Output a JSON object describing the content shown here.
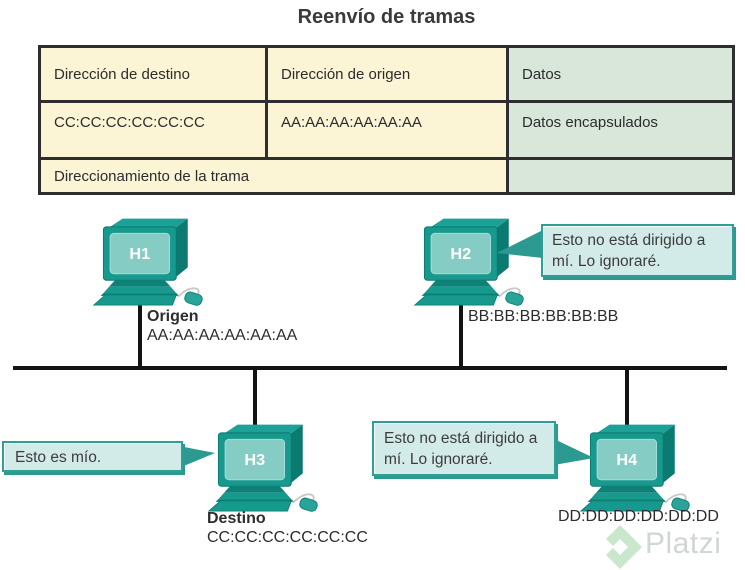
{
  "title": "Reenvío de tramas",
  "frame_table": {
    "headers": [
      "Dirección de destino",
      "Dirección de origen",
      "Datos"
    ],
    "values": [
      "CC:CC:CC:CC:CC:CC",
      "AA:AA:AA:AA:AA:AA",
      "Datos encapsulados"
    ],
    "footer": "Direccionamiento de la trama"
  },
  "hosts": [
    {
      "id": "H1",
      "role": "Origen",
      "mac": "AA:AA:AA:AA:AA:AA"
    },
    {
      "id": "H2",
      "mac": "BB:BB:BB:BB:BB:BB",
      "bubble": "Esto no está dirigido a mí. Lo ignoraré."
    },
    {
      "id": "H3",
      "role": "Destino",
      "mac": "CC:CC:CC:CC:CC:CC",
      "bubble": "Esto es mío."
    },
    {
      "id": "H4",
      "mac": "DD:DD:DD:DD:DD:DD",
      "bubble": "Esto no está dirigido a mí. Lo ignoraré."
    }
  ],
  "watermark": {
    "brand": "Platzi"
  },
  "colors": {
    "cell_yellow": "#fbf4d5",
    "cell_green": "#d9e7da",
    "table_border": "#2e2e2e",
    "computer_teal": "#17998d",
    "computer_dark": "#0b7a70",
    "screen_teal": "#85ccc5",
    "bubble_fill": "#d3ebe8",
    "bubble_border": "#2f9e94",
    "line_black": "#131313",
    "watermark_green": "#b2dcb4",
    "watermark_gray": "#c5cdc6"
  }
}
